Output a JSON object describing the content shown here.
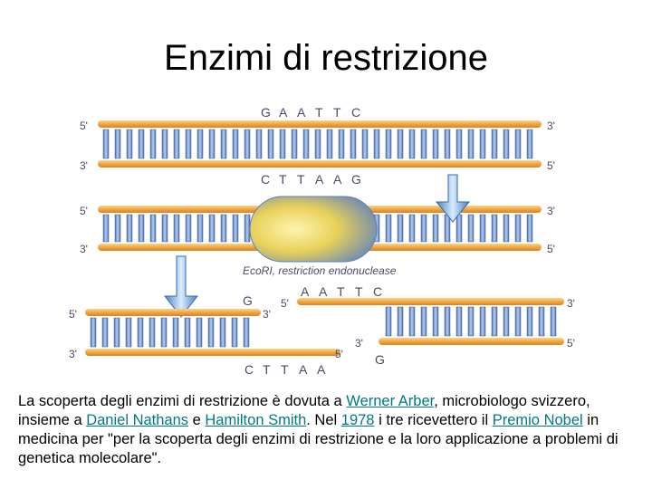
{
  "slide": {
    "title": "Enzimi di restrizione"
  },
  "figure": {
    "top_seq": [
      "G",
      "A",
      "A",
      "T",
      "T",
      "C"
    ],
    "bottom_seq": [
      "C",
      "T",
      "T",
      "A",
      "A",
      "G"
    ],
    "label_5p": "5'",
    "label_3p": "3'",
    "enzyme_label": "EcoRI, restriction endonuclease",
    "left_top_end": "G",
    "left_bottom_seq": [
      "C",
      "T",
      "T",
      "A",
      "A"
    ],
    "right_top_seq": [
      "A",
      "A",
      "T",
      "T",
      "C"
    ],
    "right_bottom_end": "G",
    "colors": {
      "strand": "#f2a640",
      "base": "#6b8fc8",
      "enzyme": "#e8d25a",
      "arrow": "#7fb0e0"
    }
  },
  "caption": {
    "p1": "La scoperta degli enzimi di restrizione è dovuta a ",
    "link1": "Werner Arber",
    "p2": ", microbiologo svizzero, insieme a ",
    "link2": "Daniel Nathans",
    "p3": " e ",
    "link3": "Hamilton Smith",
    "p4": ". Nel ",
    "link4": "1978",
    "p5": " i tre ricevettero il ",
    "link5": "Premio Nobel",
    "p6": " in medicina per \"per la scoperta degli enzimi di restrizione e la loro applicazione a problemi di genetica molecolare\"."
  }
}
